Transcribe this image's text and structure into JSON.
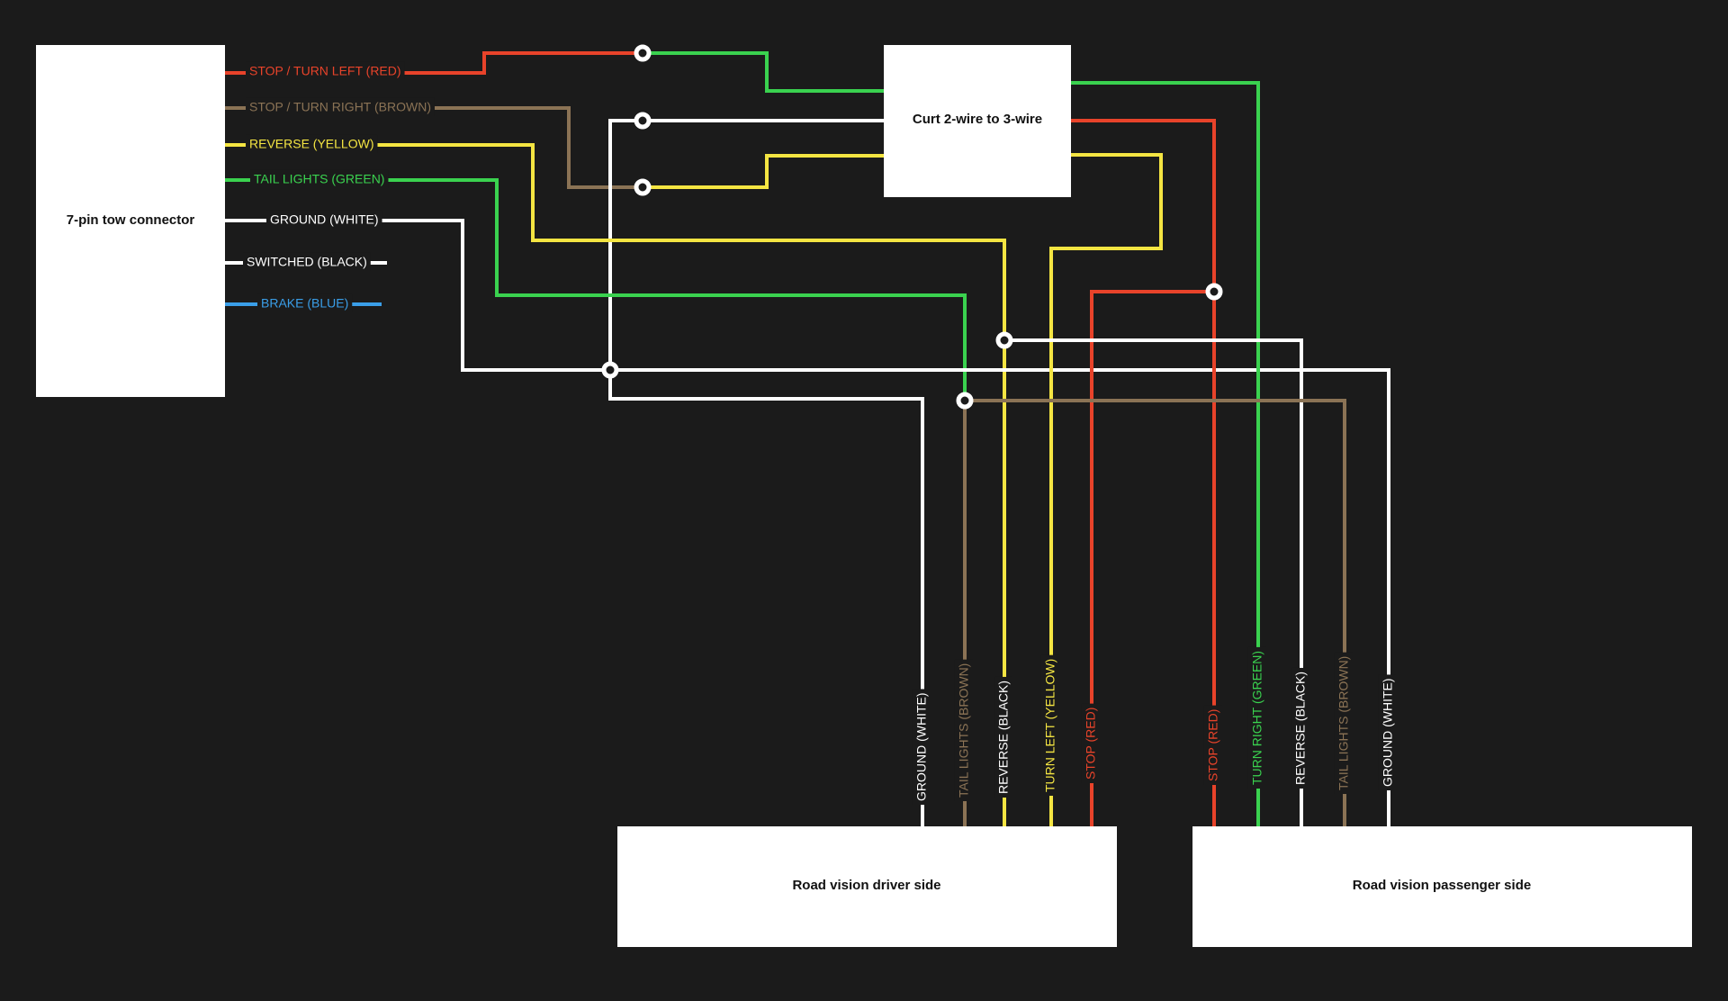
{
  "colors": {
    "background": "#1b1b1b",
    "red": "#e8432a",
    "brown": "#8b7355",
    "yellow": "#f4e542",
    "green": "#3ad24f",
    "white": "#ffffff",
    "blue": "#3a9ee8"
  },
  "boxes": {
    "connector": "7-pin tow connector",
    "converter": "Curt 2-wire to 3-wire",
    "driver": "Road vision driver side",
    "passenger": "Road vision passenger side"
  },
  "connector_pins": [
    {
      "label": "STOP / TURN LEFT (RED)",
      "color": "red"
    },
    {
      "label": "STOP / TURN RIGHT (BROWN)",
      "color": "brown"
    },
    {
      "label": "REVERSE (YELLOW)",
      "color": "yellow"
    },
    {
      "label": "TAIL LIGHTS (GREEN)",
      "color": "green"
    },
    {
      "label": "GROUND (WHITE)",
      "color": "white"
    },
    {
      "label": "SWITCHED (BLACK)",
      "color": "white"
    },
    {
      "label": "BRAKE (BLUE)",
      "color": "blue"
    }
  ],
  "driver_side_wires": [
    {
      "label": "GROUND (WHITE)",
      "color": "white"
    },
    {
      "label": "TAIL LIGHTS (BROWN)",
      "color": "brown"
    },
    {
      "label": "REVERSE (BLACK)",
      "color": "white"
    },
    {
      "label": "TURN LEFT (YELLOW)",
      "color": "yellow"
    },
    {
      "label": "STOP (RED)",
      "color": "red"
    }
  ],
  "passenger_side_wires": [
    {
      "label": "STOP (RED)",
      "color": "red"
    },
    {
      "label": "TURN RIGHT (GREEN)",
      "color": "green"
    },
    {
      "label": "REVERSE (BLACK)",
      "color": "white"
    },
    {
      "label": "TAIL LIGHTS (BROWN)",
      "color": "brown"
    },
    {
      "label": "GROUND (WHITE)",
      "color": "white"
    }
  ]
}
